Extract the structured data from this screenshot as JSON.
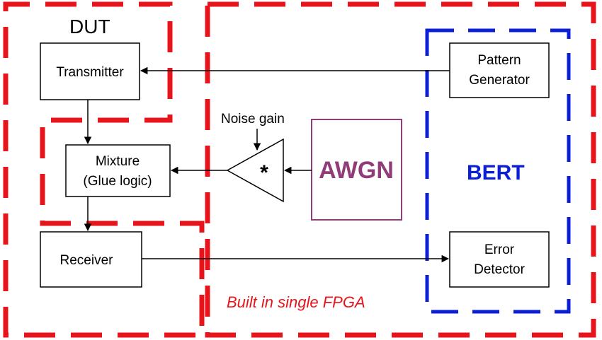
{
  "regions": {
    "dut": {
      "label": "DUT",
      "color": "#e8141b"
    },
    "fpga": {
      "label": "Built in single FPGA",
      "color": "#e8141b"
    },
    "bert": {
      "label": "BERT",
      "color": "#0b1fd6"
    }
  },
  "blocks": {
    "transmitter": {
      "label": "Transmitter"
    },
    "mixture": {
      "line1": "Mixture",
      "line2": "(Glue logic)"
    },
    "receiver": {
      "label": "Receiver"
    },
    "pattern_generator": {
      "line1": "Pattern",
      "line2": "Generator"
    },
    "error_detector": {
      "line1": "Error",
      "line2": "Detector"
    },
    "awgn": {
      "label": "AWGN",
      "color": "#8f3c78"
    }
  },
  "amplifier": {
    "gain_label": "Noise gain",
    "symbol": "*"
  }
}
